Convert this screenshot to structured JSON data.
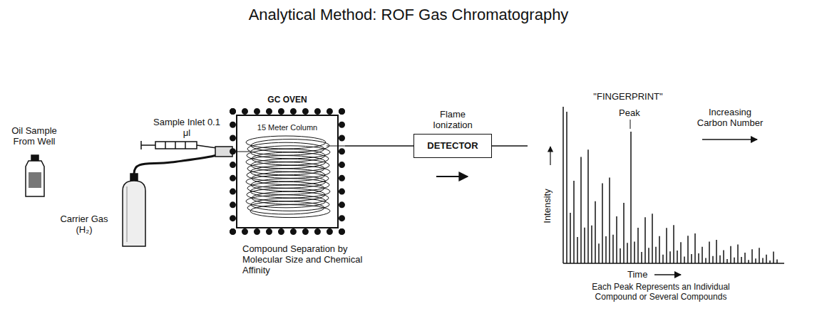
{
  "diagram": {
    "title": "Analytical Method: ROF Gas Chromatography",
    "nodes": [
      {
        "text": [
          "GC OVEN",
          "15 Meter Column"
        ]
      },
      {
        "text": [
          "Flame Ionization",
          "DETECTOR"
        ]
      }
    ],
    "edges": [
      {
        "from": 0,
        "to": 1,
        "arrow": "none"
      }
    ],
    "labels": [
      "Oil Sample From Well",
      "Sample Inlet 0.1 μl",
      "Carrier Gas (H₂)",
      "Compound Separation by Molecular Size and Chemical Affinity",
      "\"FINGERPRINT\"",
      "Peak",
      "Increasing Carbon Number",
      "Intensity",
      "Time",
      "Each Peak Represents an Individual Compound or Several Compounds"
    ]
  }
}
